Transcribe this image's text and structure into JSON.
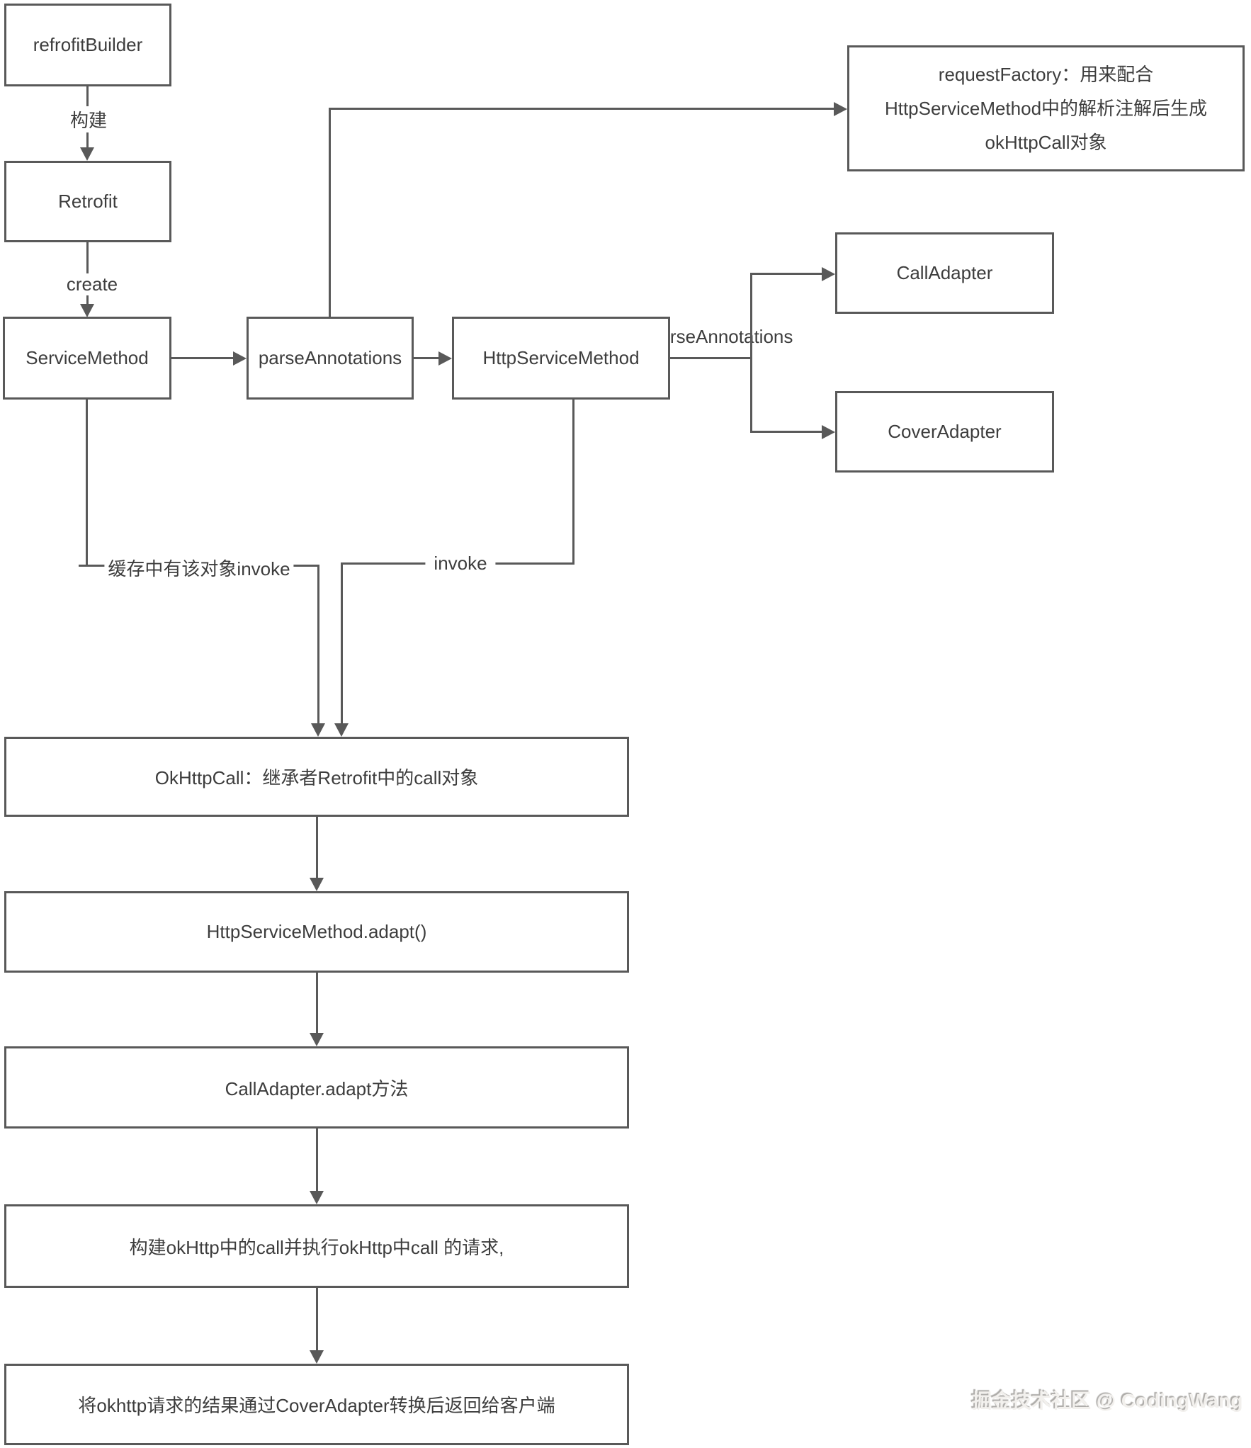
{
  "diagram": {
    "nodes": {
      "refrofit_builder": "refrofitBuilder",
      "retrofit": "Retrofit",
      "service_method": "ServiceMethod",
      "parse_annotations": "parseAnnotations",
      "http_service_method": "HttpServiceMethod",
      "request_factory_line1": "requestFactory：用来配合",
      "request_factory_line2": "HttpServiceMethod中的解析注解后生成",
      "request_factory_line3": "okHttpCall对象",
      "call_adapter": "CallAdapter",
      "cover_adapter": "CoverAdapter",
      "ok_http_call": "OkHttpCall：继承者Retrofit中的call对象",
      "http_service_method_adapt": "HttpServiceMethod.adapt()",
      "call_adapter_adapt": "CallAdapter.adapt方法",
      "build_okhttp_call": "构建okHttp中的call并执行okHttp中call 的请求,",
      "return_result": "将okhttp请求的结果通过CoverAdapter转换后返回给客户端"
    },
    "edge_labels": {
      "build": "构建",
      "create": "create",
      "parse_annotations": "parseAnnotations",
      "cache_invoke": "缓存中有该对象invoke",
      "invoke": "invoke"
    },
    "watermark": "掘金技术社区 @ CodingWang",
    "colors": {
      "line": "#595959",
      "text": "#3d3d3d",
      "background": "#ffffff",
      "watermark": "#f2f0ed"
    }
  }
}
